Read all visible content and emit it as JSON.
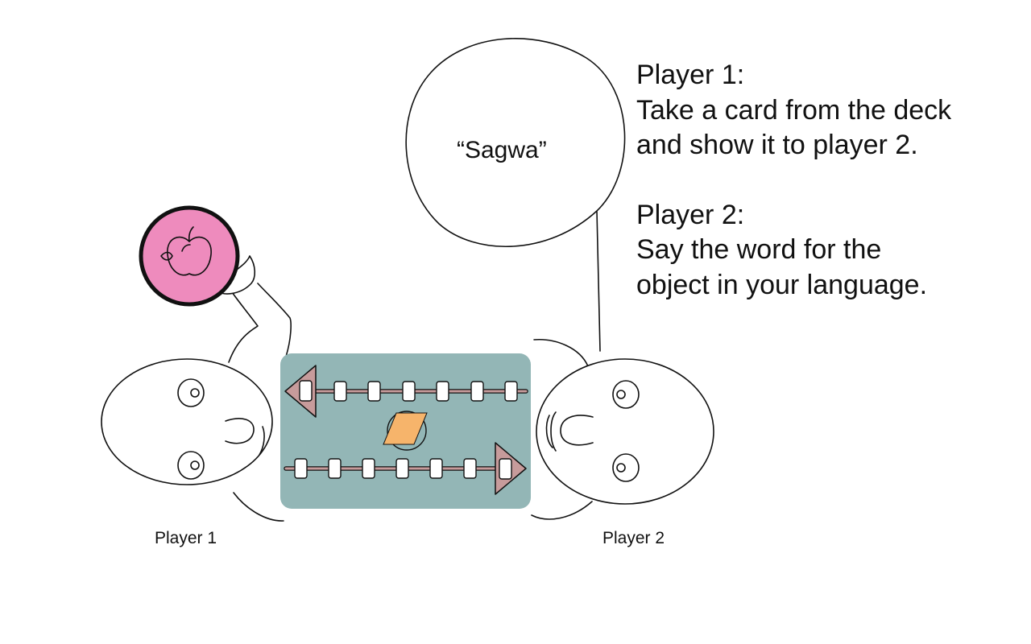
{
  "speech": {
    "text": "“Sagwa”"
  },
  "instructions": [
    {
      "heading": "Player 1:",
      "lines": [
        "Take a card from the deck",
        "and show it to player 2."
      ]
    },
    {
      "heading": "Player 2:",
      "lines": [
        "Say the word for the",
        "object in your language."
      ]
    }
  ],
  "players": [
    {
      "label": "Player 1"
    },
    {
      "label": "Player 2"
    }
  ],
  "board": {
    "top_track_spaces": 7,
    "bottom_track_spaces": 7
  },
  "card": {
    "icon": "apple-icon"
  },
  "colors": {
    "board": "#93b6b6",
    "track": "#c79b9b",
    "card": "#ee8bbd",
    "token": "#f6b46b",
    "outline": "#111111"
  }
}
